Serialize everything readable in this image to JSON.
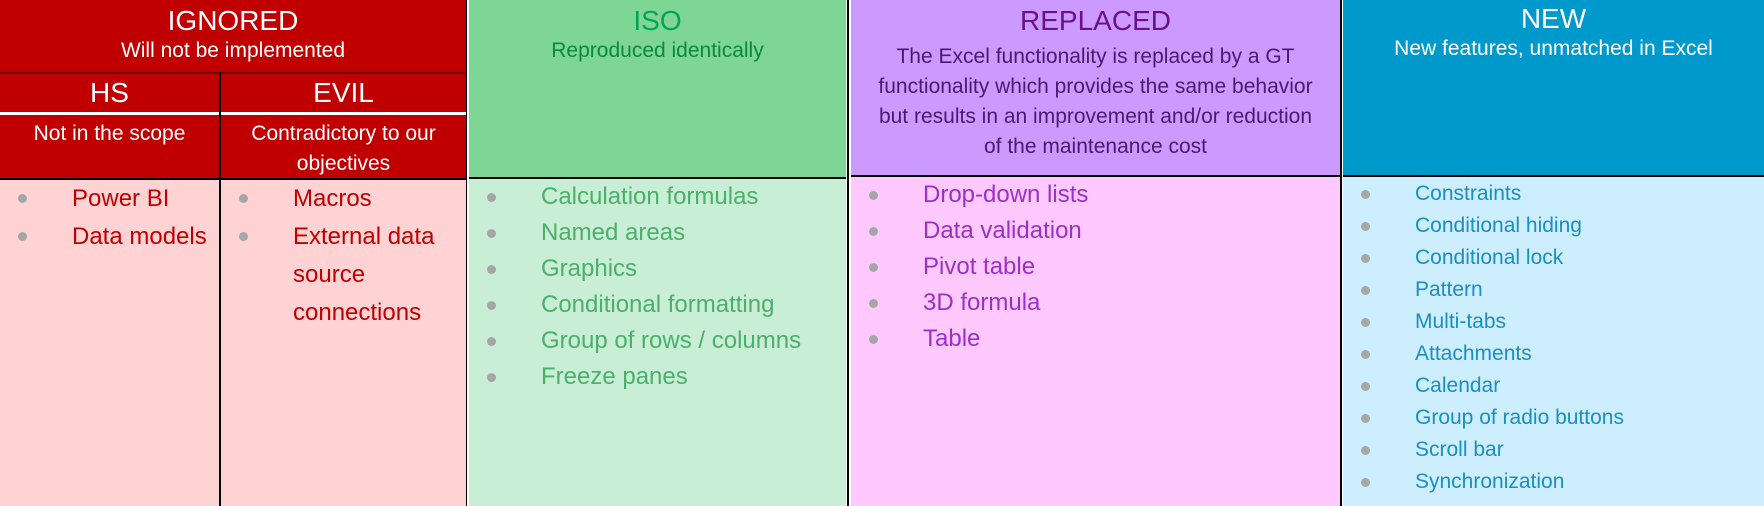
{
  "ignored": {
    "title": "IGNORED",
    "subtitle": "Will not be implemented",
    "hs": {
      "title": "HS",
      "subtitle": "Not in the scope",
      "items": [
        "Power BI",
        "Data models"
      ]
    },
    "evil": {
      "title": "EVIL",
      "subtitle": "Contradictory to our objectives",
      "items": [
        "Macros",
        "External data source connections"
      ]
    }
  },
  "iso": {
    "title": "ISO",
    "subtitle": "Reproduced identically",
    "items": [
      "Calculation formulas",
      "Named areas",
      "Graphics",
      "Conditional formatting",
      "Group of rows / columns",
      "Freeze panes"
    ]
  },
  "replaced": {
    "title": "REPLACED",
    "subtitle": "The Excel functionality is replaced by a GT functionality which provides the same behavior but results in an improvement and/or reduction of the maintenance cost",
    "items": [
      "Drop-down lists",
      "Data validation",
      "Pivot table",
      "3D formula",
      "Table"
    ]
  },
  "new": {
    "title": "NEW",
    "subtitle": "New features, unmatched in Excel",
    "items": [
      "Constraints",
      "Conditional hiding",
      "Conditional lock",
      "Pattern",
      "Multi-tabs",
      "Attachments",
      "Calendar",
      "Group of radio buttons",
      "Scroll bar",
      "Synchronization"
    ]
  },
  "colors": {
    "ignored_header": "#c00000",
    "ignored_body": "#ffd3d3",
    "ignored_text": "#c00000",
    "iso_header": "#7dd596",
    "iso_title": "#00a651",
    "iso_body": "#c8eed5",
    "iso_text": "#4caf6a",
    "replaced_header": "#cc99ff",
    "replaced_title": "#6a0f8e",
    "replaced_subtitle": "#4b1a6d",
    "replaced_body": "#ffc8ff",
    "replaced_text": "#9b30c8",
    "new_header": "#0099cc",
    "new_body": "#cceeff",
    "new_text": "#1a8fc0",
    "bullet": "#a6a6a6"
  }
}
